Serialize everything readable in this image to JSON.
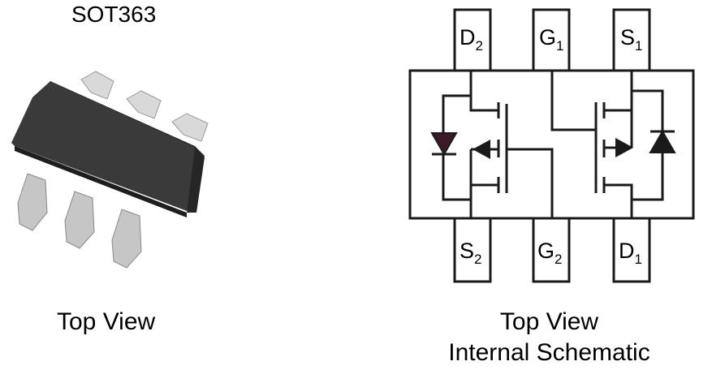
{
  "package_name": "SOT363",
  "left_caption": "Top View",
  "right_caption_line1": "Top View",
  "right_caption_line2": "Internal Schematic",
  "pins_top": [
    {
      "main": "D",
      "sub": "2"
    },
    {
      "main": "G",
      "sub": "1"
    },
    {
      "main": "S",
      "sub": "1"
    }
  ],
  "pins_bottom": [
    {
      "main": "S",
      "sub": "2"
    },
    {
      "main": "G",
      "sub": "2"
    },
    {
      "main": "D",
      "sub": "1"
    }
  ],
  "colors": {
    "package_body": "#3a3a3a",
    "package_body_dark": "#242424",
    "lead": "#c8c8c8",
    "left_diode": "#3b1b2a"
  }
}
